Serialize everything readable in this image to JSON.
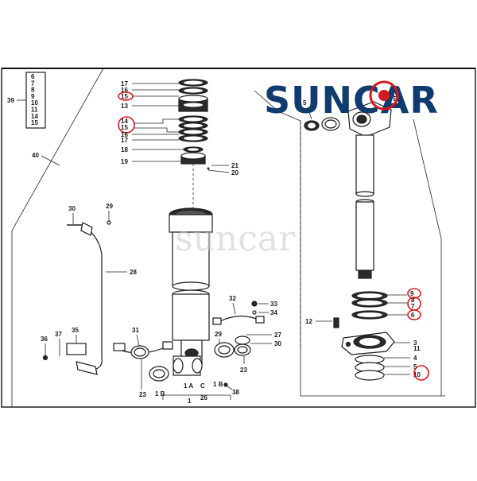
{
  "logo": {
    "text": "SUNCAR",
    "color": "#0f3b6e",
    "accent": "#d4191f"
  },
  "watermark": "suncar",
  "accent_circle_color": "#d4191f",
  "kit_box_items": [
    "6",
    "7",
    "8",
    "9",
    "10",
    "11",
    "14",
    "15"
  ],
  "callouts": {
    "kit": "39",
    "kit_leader": "40",
    "l17a": "17",
    "l16a": "16",
    "l15a": "15",
    "l13": "13",
    "l14": "14",
    "l15b": "15",
    "l16b": "16",
    "l17b": "17",
    "l18": "18",
    "l19": "19",
    "l21": "21",
    "l20": "20",
    "l30a": "30",
    "l29a": "29",
    "l28": "28",
    "l32": "32",
    "l33": "33",
    "l34": "34",
    "l27": "27",
    "l30b": "30",
    "l29b": "29",
    "l31": "31",
    "l36": "36",
    "l37": "37",
    "l35": "35",
    "l23a": "23",
    "l1ba": "1 B",
    "l1a": "1 A",
    "l1c": "C",
    "l1bb": "1 B",
    "l1": "1",
    "l26": "26",
    "l23b": "23",
    "l38": "38",
    "l5": "5",
    "l2": "2",
    "l2b": "2 B",
    "l9": "9",
    "l8": "8",
    "l7": "7",
    "l6": "6",
    "l12": "12",
    "l3": "3",
    "l4": "4",
    "l5b": "5",
    "l11": "11",
    "l10": "10"
  }
}
